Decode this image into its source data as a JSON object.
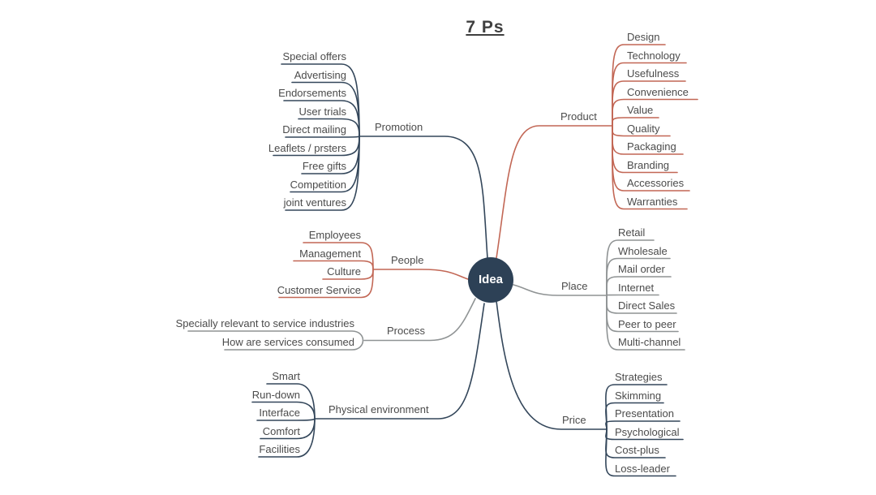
{
  "title": "7 Ps",
  "center": {
    "label": "Idea"
  },
  "branches": [
    {
      "label": "Promotion",
      "color": "navy",
      "children": [
        "Special offers",
        "Advertising",
        "Endorsements",
        "User trials",
        "Direct mailing",
        "Leaflets / prsters",
        "Free gifts",
        "Competition",
        "joint ventures"
      ]
    },
    {
      "label": "Product",
      "color": "salmon",
      "children": [
        "Design",
        "Technology",
        "Usefulness",
        "Convenience",
        "Value",
        "Quality",
        "Packaging",
        "Branding",
        "Accessories",
        "Warranties"
      ]
    },
    {
      "label": "People",
      "color": "salmon",
      "children": [
        "Employees",
        "Management",
        "Culture",
        "Customer Service"
      ]
    },
    {
      "label": "Place",
      "color": "gray",
      "children": [
        "Retail",
        "Wholesale",
        "Mail order",
        "Internet",
        "Direct Sales",
        "Peer to peer",
        "Multi-channel"
      ]
    },
    {
      "label": "Process",
      "color": "gray",
      "children": [
        "Specially relevant to service industries",
        "How are services consumed"
      ]
    },
    {
      "label": "Physical environment",
      "color": "navy",
      "children": [
        "Smart",
        "Run-down",
        "Interface",
        "Comfort",
        "Facilities"
      ]
    },
    {
      "label": "Price",
      "color": "navy",
      "children": [
        "Strategies",
        "Skimming",
        "Presentation",
        "Psychological",
        "Cost-plus",
        "Loss-leader"
      ]
    }
  ],
  "colors": {
    "navy": "#33465a",
    "salmon": "#c26755",
    "gray": "#8f9394",
    "center_fill": "#2d4156",
    "center_text": "#ffffff",
    "text": "#4b4b4b",
    "title": "#3f3f3f"
  }
}
